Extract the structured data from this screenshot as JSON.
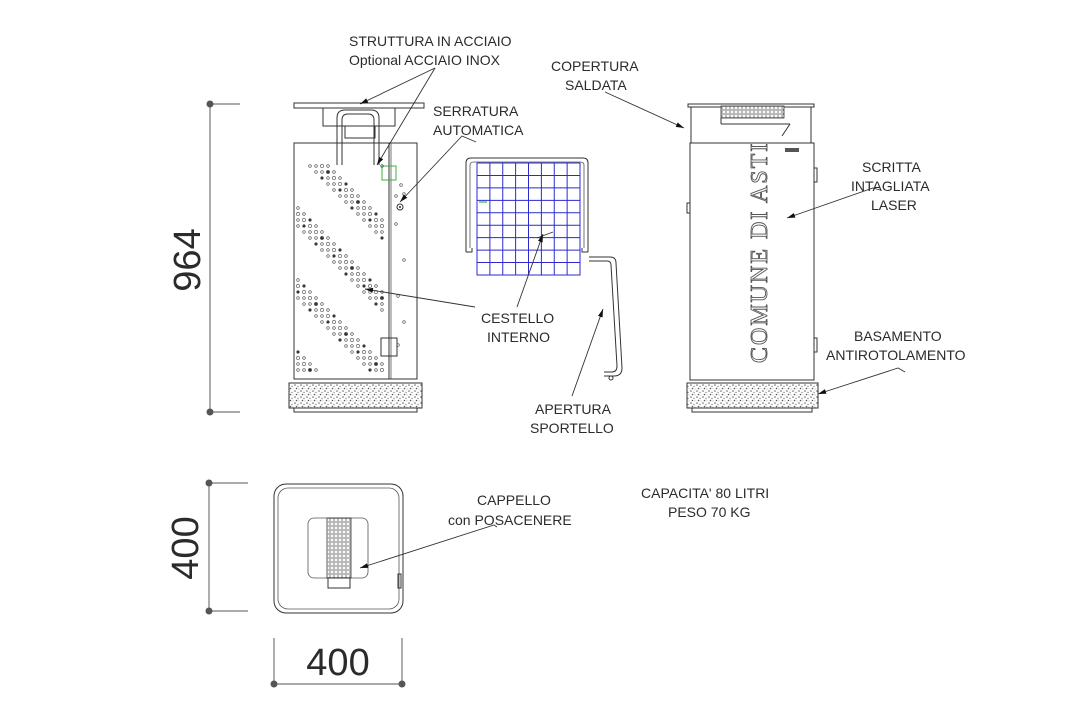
{
  "drawing": {
    "dimensions": {
      "height": "964",
      "plan_depth": "400",
      "plan_width": "400"
    },
    "labels": {
      "struttura_line1": "STRUTTURA IN ACCIAIO",
      "struttura_line2": "Optional ACCIAIO INOX",
      "serratura_line1": "SERRATURA",
      "serratura_line2": "AUTOMATICA",
      "copertura_line1": "COPERTURA",
      "copertura_line2": "SALDATA",
      "cestello_line1": "CESTELLO",
      "cestello_line2": "INTERNO",
      "apertura_line1": "APERTURA",
      "apertura_line2": "SPORTELLO",
      "scritta_line1": "SCRITTA",
      "scritta_line2": "INTAGLIATA",
      "scritta_line3": "LASER",
      "basamento_line1": "BASAMENTO",
      "basamento_line2": "ANTIROTOLAMENTO",
      "cappello_line1": "CAPPELLO",
      "cappello_line2": "con POSACENERE"
    },
    "engraving": "COMUNE DI ASTI",
    "specs": {
      "capacity": "CAPACITA' 80 LITRI",
      "weight": "PESO 70 KG"
    },
    "colors": {
      "line": "#333333",
      "basket_grid": "#2a2ad0",
      "lock_green": "#3cb043"
    }
  }
}
